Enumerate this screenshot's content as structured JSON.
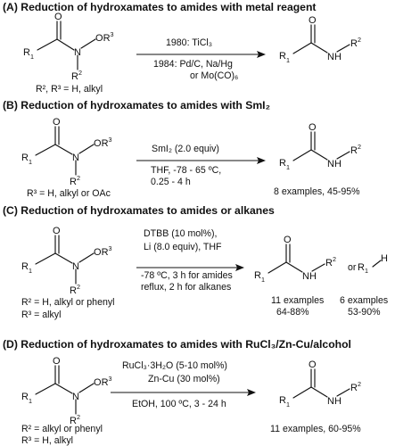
{
  "sections": [
    {
      "title": "(A) Reduction of hydroxamates to amides with metal reagent",
      "substrate_note": "R², R³ = H, alkyl",
      "conditions": [
        "1980: TiCl₃",
        "1984: Pd/C, Na/Hg",
        "or Mo(CO)₆"
      ],
      "results": []
    },
    {
      "title": "(B) Reduction of hydroxamates to amides with SmI₂",
      "substrate_note": "R³ = H, alkyl or OAc",
      "conditions": [
        "SmI₂ (2.0  equiv)",
        "THF, -78 - 65 ºC,",
        "0.25 - 4 h"
      ],
      "results": [
        "8 examples, 45-95%"
      ]
    },
    {
      "title": "(C) Reduction of hydroxamates to amides or alkanes",
      "substrate_note": [
        "R² = H, alkyl or phenyl",
        "R³ = alkyl"
      ],
      "conditions": [
        "DTBB (10 mol%),",
        "Li (8.0  equiv), THF",
        "-78 ºC, 3 h for amides",
        "reflux, 2 h for alkanes"
      ],
      "results": [
        "11 examples",
        "64-88%",
        "6 examples",
        "53-90%"
      ],
      "or_text": "or"
    },
    {
      "title": "(D) Reduction of hydroxamates to amides with RuCl₃/Zn-Cu/alcohol",
      "substrate_note": [
        "R² = alkyl or phenyl",
        "R³ = H, alkyl"
      ],
      "conditions": [
        "RuCl₃·3H₂O (5-10 mol%)",
        "Zn-Cu (30 mol%)",
        "EtOH, 100 ºC, 3 - 24 h"
      ],
      "results": [
        "11 examples, 60-95%"
      ]
    }
  ],
  "atoms": {
    "O": "O",
    "N": "N",
    "H": "H",
    "R": "R",
    "sup1": "1",
    "sup2": "2",
    "sup3": "3"
  }
}
